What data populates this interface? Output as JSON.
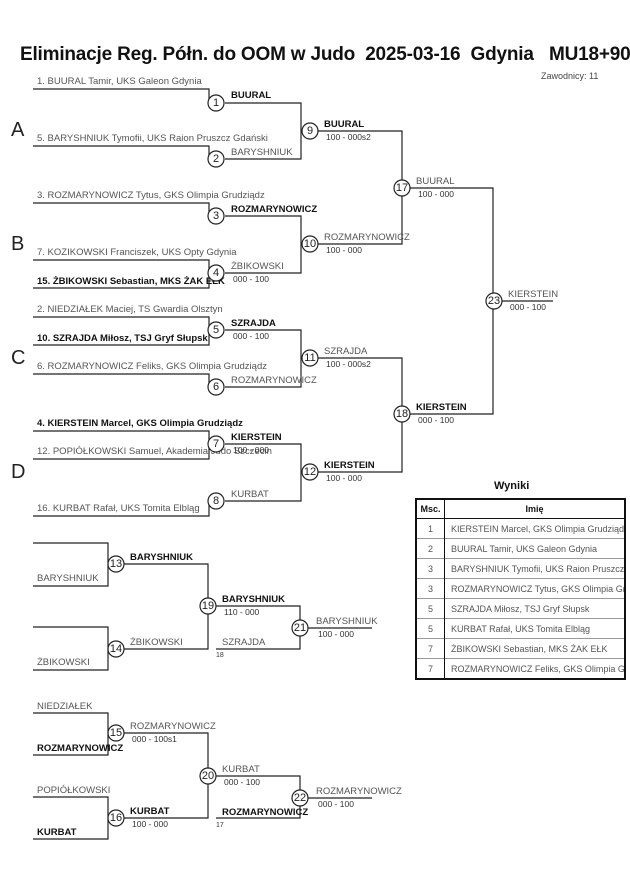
{
  "title": "Eliminacje Reg. Półn. do OOM w Judo  2025-03-16  Gdynia   MU18+90",
  "competitors_count": "Zawodnicy: 11",
  "sections": [
    "A",
    "B",
    "C",
    "D"
  ],
  "entries": [
    "1. BUURAL Tamir, UKS Galeon Gdynia",
    "5. BARYSHNIUK Tymofii, UKS Raion Pruszcz Gdański",
    "3. ROZMARYNOWICZ Tytus, GKS Olimpia Grudziądz",
    "7. KOZIKOWSKI Franciszek, UKS Opty Gdynia",
    "15. ŻBIKOWSKI Sebastian, MKS ŻAK EŁK",
    "2. NIEDZIAŁEK Maciej, TS Gwardia Olsztyn",
    "10. SZRAJDA Miłosz, TSJ Gryf Słupsk",
    "6. ROZMARYNOWICZ Feliks, GKS Olimpia Grudziądz",
    "4. KIERSTEIN Marcel, GKS Olimpia Grudziądz",
    "12. POPIÓŁKOWSKI Samuel, Akademia Judo Szczecin",
    "16. KURBAT Rafał, UKS Tomita Elbląg"
  ],
  "matches": {
    "m1": {
      "num": "1",
      "winner": "BUURAL",
      "loser": "BARYSHNIUK"
    },
    "m3": {
      "num": "3",
      "winner": "ROZMARYNOWICZ",
      "loser": "ŻBIKOWSKI",
      "score": "000 - 100"
    },
    "m4": {
      "num": "4"
    },
    "m5": {
      "num": "5",
      "winner": "SZRAJDA",
      "score": "000 - 100"
    },
    "m6": {
      "num": "6",
      "loser": "ROZMARYNOWICZ"
    },
    "m7": {
      "num": "7",
      "winner": "KIERSTEIN",
      "score": "100 - 000"
    },
    "m8": {
      "num": "8",
      "loser": "KURBAT"
    },
    "m2": {
      "num": "2"
    },
    "m9": {
      "num": "9",
      "winner": "BUURAL",
      "score": "100 - 000s2"
    },
    "m10": {
      "num": "10",
      "winner": "ROZMARYNOWICZ",
      "score": "100 - 000"
    },
    "m11": {
      "num": "11",
      "winner": "SZRAJDA",
      "score": "100 - 000s2"
    },
    "m12": {
      "num": "12",
      "winner": "KIERSTEIN",
      "score": "100 - 000"
    },
    "m17": {
      "num": "17",
      "winner": "BUURAL",
      "score": "100 - 000"
    },
    "m18": {
      "num": "18",
      "winner": "KIERSTEIN",
      "score": "000 - 100"
    },
    "m23": {
      "num": "23",
      "winner": "KIERSTEIN",
      "score": "000 - 100"
    },
    "m13": {
      "num": "13",
      "top": "BARYSHNIUK",
      "entry": "BARYSHNIUK"
    },
    "m14": {
      "num": "14",
      "top": "ŻBIKOWSKI",
      "entry": "ŻBIKOWSKI"
    },
    "m19": {
      "num": "19",
      "winner": "BARYSHNIUK",
      "score": "110 - 000",
      "loser": "SZRAJDA",
      "loser_ref": "18"
    },
    "m21": {
      "num": "21",
      "winner": "BARYSHNIUK",
      "score": "100 - 000"
    },
    "m15": {
      "num": "15",
      "top": "NIEDZIAŁEK",
      "bottom": "ROZMARYNOWICZ",
      "winner": "ROZMARYNOWICZ",
      "score": "000 - 100s1"
    },
    "m16": {
      "num": "16",
      "top": "POPIÓŁKOWSKI",
      "bottom": "KURBAT",
      "winner": "KURBAT",
      "score": "100 - 000"
    },
    "m20": {
      "num": "20",
      "winner": "KURBAT",
      "score": "000 - 100",
      "loser": "ROZMARYNOWICZ",
      "loser_ref": "17"
    },
    "m22": {
      "num": "22",
      "winner": "ROZMARYNOWICZ",
      "score": "000 - 100"
    }
  },
  "results": {
    "title": "Wyniki",
    "headers": [
      "Msc.",
      "Imię"
    ],
    "rows": [
      {
        "place": "1",
        "name": "KIERSTEIN Marcel, GKS Olimpia Grudziądz"
      },
      {
        "place": "2",
        "name": "BUURAL Tamir, UKS Galeon Gdynia"
      },
      {
        "place": "3",
        "name": "BARYSHNIUK Tymofii, UKS Raion Pruszcz Gdański"
      },
      {
        "place": "3",
        "name": "ROZMARYNOWICZ Tytus, GKS Olimpia Grudziądz"
      },
      {
        "place": "5",
        "name": "SZRAJDA Miłosz, TSJ Gryf Słupsk"
      },
      {
        "place": "5",
        "name": "KURBAT Rafał, UKS Tomita Elbląg"
      },
      {
        "place": "7",
        "name": "ŻBIKOWSKI Sebastian, MKS ŻAK EŁK"
      },
      {
        "place": "7",
        "name": "ROZMARYNOWICZ Feliks, GKS Olimpia Grudziądz"
      }
    ]
  }
}
